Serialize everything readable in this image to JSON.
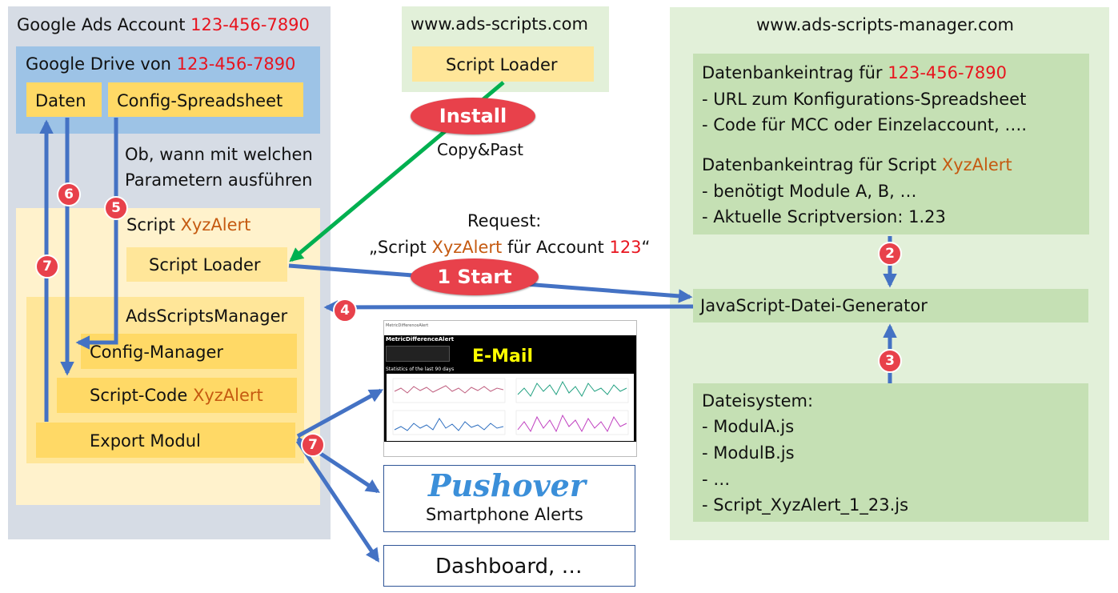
{
  "left_panel": {
    "title_prefix": "Google Ads Account ",
    "account_id": "123-456-7890",
    "drive": {
      "title_prefix": "Google Drive von ",
      "account_id": "123-456-7890",
      "data_label": "Daten",
      "config_label": "Config-Spreadsheet"
    },
    "note_line1": "Ob, wann mit welchen",
    "note_line2": "Parametern ausführen",
    "script": {
      "title_prefix": "Script ",
      "script_name": "XyzAlert",
      "loader_label": "Script Loader",
      "manager": {
        "title": "AdsScriptsManager",
        "config_manager": "Config-Manager",
        "script_code_prefix": "Script-Code ",
        "script_code_name": "XyzAlert",
        "export_module": "Export Modul"
      }
    }
  },
  "center": {
    "site_title": "www.ads-scripts.com",
    "loader_label": "Script Loader",
    "install_label": "Install",
    "copy_label": "Copy&Past",
    "request_line1": "Request:",
    "request_prefix": "„Script ",
    "request_script": "XyzAlert",
    "request_middle": " für Account ",
    "request_account": "123",
    "request_suffix": "“",
    "start_label": "1 Start",
    "email_label": "E-Mail",
    "email_report_title": "MetricDifferenceAlert",
    "email_stats_title": "Statistics of the last 90 days",
    "pushover_logo": "Pushover",
    "pushover_sub": "Smartphone Alerts",
    "dashboard_label": "Dashboard, …"
  },
  "right_panel": {
    "site_title": "www.ads-scripts-manager.com",
    "db1": {
      "title_prefix": "Datenbankeintrag für ",
      "account_id": "123-456-7890",
      "line1": "- URL zum Konfigurations-Spreadsheet",
      "line2": "- Code für MCC oder Einzelaccount, …."
    },
    "db2": {
      "title_prefix": "Datenbankeintrag für Script ",
      "script_name": "XyzAlert",
      "line1": "- benötigt Module A, B, …",
      "line2": "- Aktuelle Scriptversion: 1.23"
    },
    "generator_label": "JavaScript-Datei-Generator",
    "fs": {
      "title": "Dateisystem:",
      "line1": "- ModulA.js",
      "line2": "- ModulB.js",
      "line3": "- …",
      "line4": "- Script_XyzAlert_1_23.js"
    }
  },
  "badges": {
    "b2": "2",
    "b3": "3",
    "b4": "4",
    "b5": "5",
    "b6": "6",
    "b7a": "7",
    "b7b": "7"
  },
  "colors": {
    "arrow_blue": "#4472c4",
    "arrow_green": "#00b050",
    "badge_red": "#e8414b",
    "account_red": "#e8141e",
    "script_orange": "#c55a11"
  }
}
